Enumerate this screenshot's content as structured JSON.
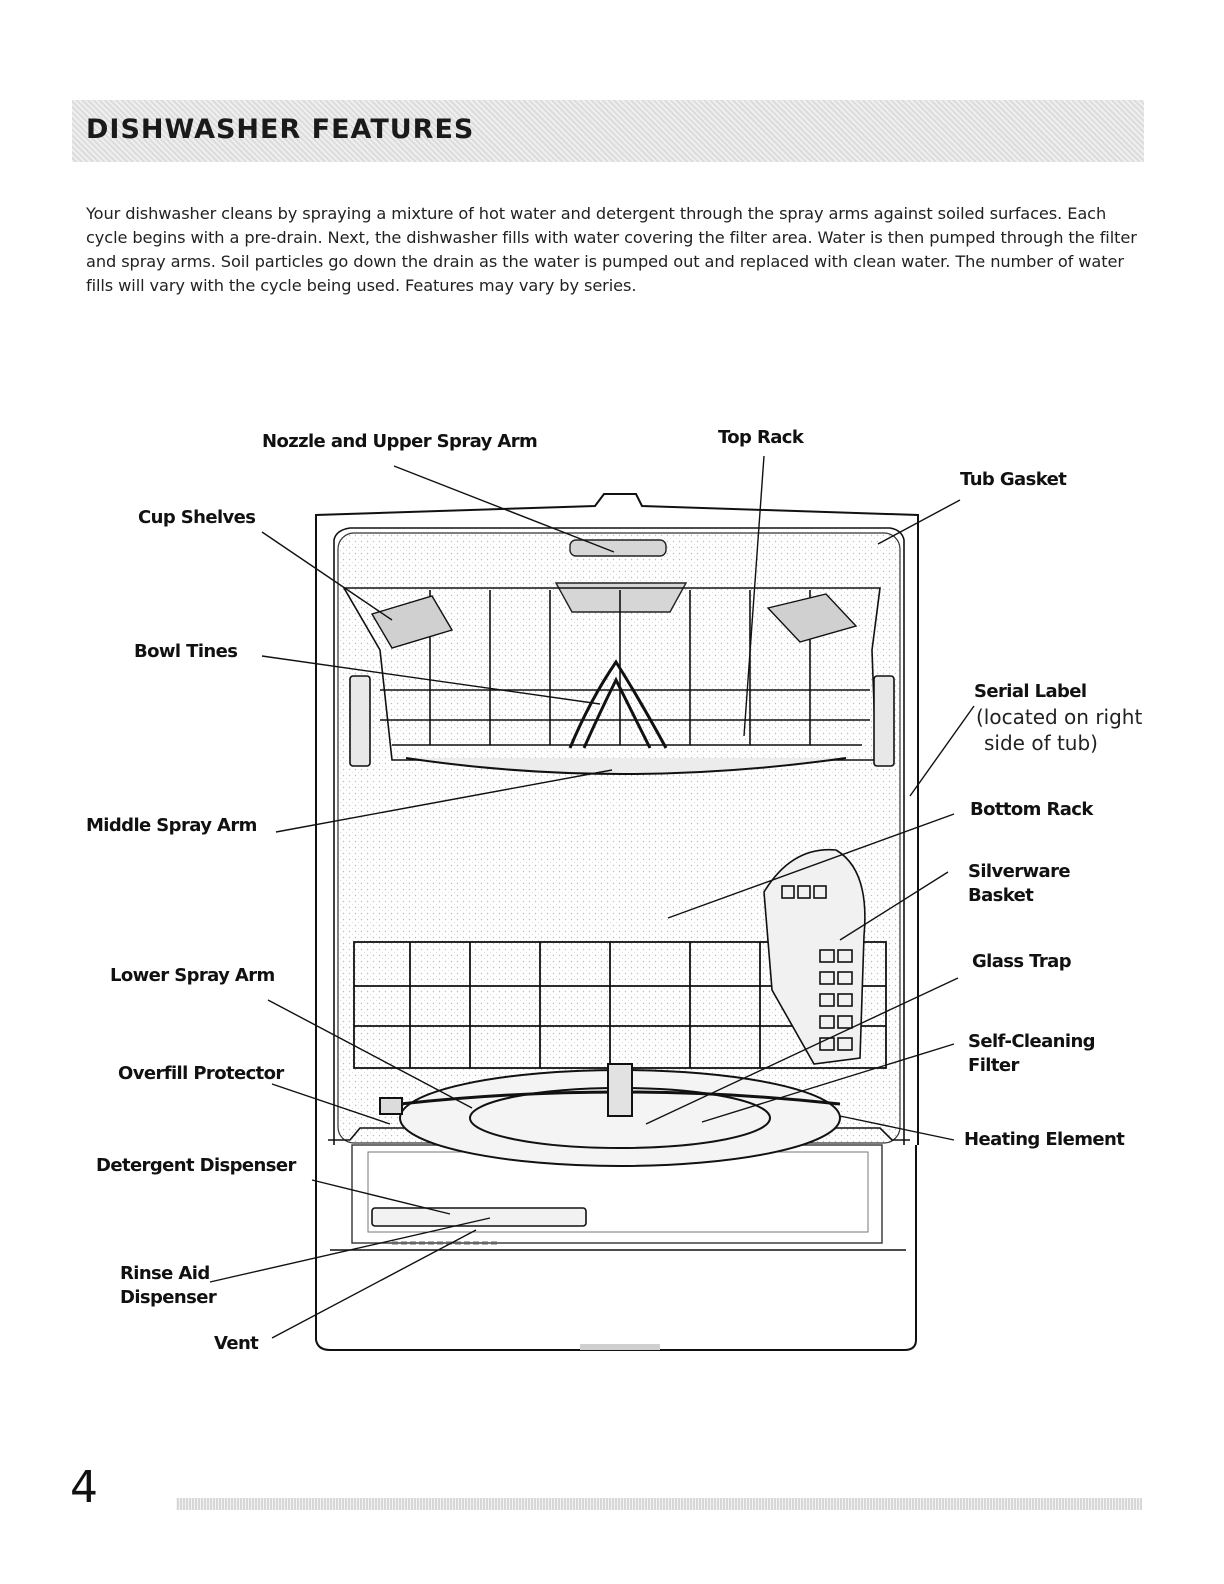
{
  "header": {
    "title": "DISHWASHER FEATURES"
  },
  "intro": {
    "text": "Your dishwasher cleans by spraying a mixture of hot water and detergent through the spray arms against soiled surfaces. Each cycle begins with a pre-drain. Next, the dishwasher fills with water covering the filter area. Water is then pumped through the filter and spray arms. Soil particles go down the drain as the water is pumped out and replaced with clean water. The number of water fills will vary with the cycle being used.  Features may vary by series."
  },
  "labels": {
    "nozzle_upper_spray_arm": "Nozzle and Upper Spray Arm",
    "top_rack": "Top Rack",
    "tub_gasket": "Tub Gasket",
    "cup_shelves": "Cup Shelves",
    "bowl_tines": "Bowl Tines",
    "serial_label": "Serial  Label",
    "serial_label_note_1": "(located on right",
    "serial_label_note_2": "side of tub)",
    "middle_spray_arm": "Middle Spray Arm",
    "bottom_rack": "Bottom Rack",
    "silverware_basket_1": "Silverware",
    "silverware_basket_2": "Basket",
    "lower_spray_arm": "Lower Spray Arm",
    "glass_trap": "Glass Trap",
    "overfill_protector": "Overfill Protector",
    "self_cleaning_filter_1": "Self-Cleaning",
    "self_cleaning_filter_2": "Filter",
    "heating_element": "Heating Element",
    "detergent_dispenser": "Detergent Dispenser",
    "rinse_aid_dispenser_1": "Rinse Aid",
    "rinse_aid_dispenser_2": "Dispenser",
    "vent": "Vent"
  },
  "footer": {
    "page_number": "4"
  }
}
